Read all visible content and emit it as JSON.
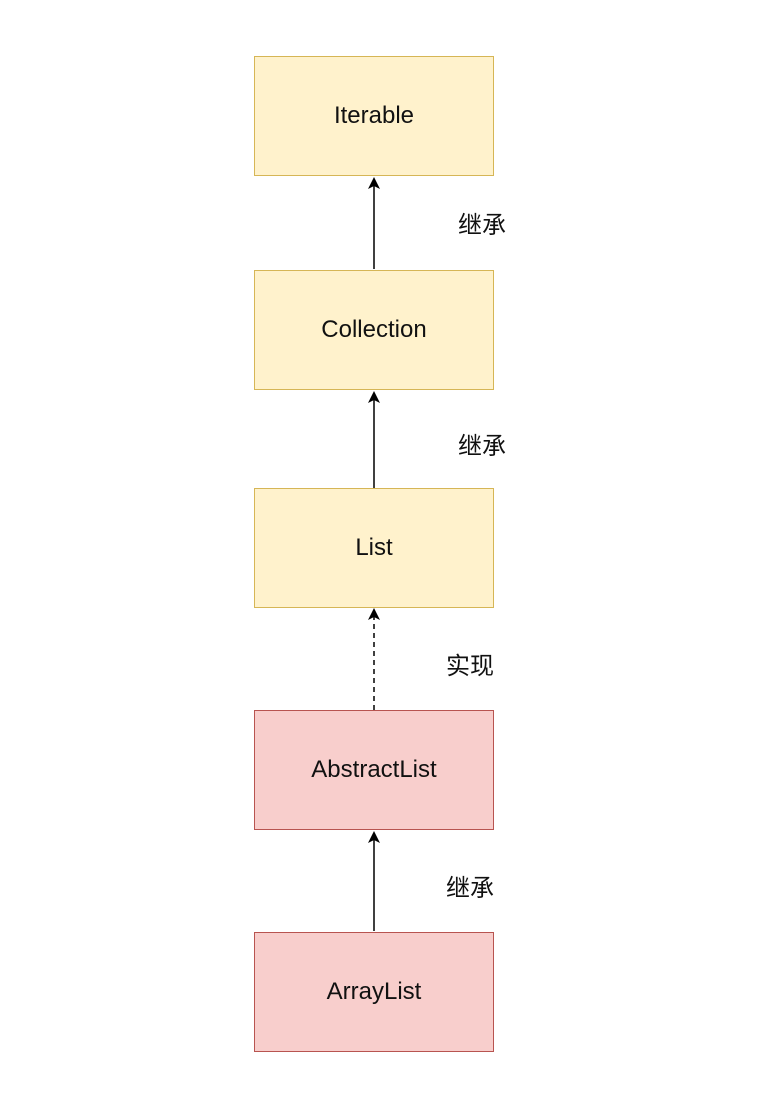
{
  "diagram": {
    "nodes": [
      {
        "id": "iterable",
        "label": "Iterable",
        "kind": "interface"
      },
      {
        "id": "collection",
        "label": "Collection",
        "kind": "interface"
      },
      {
        "id": "list",
        "label": "List",
        "kind": "interface"
      },
      {
        "id": "abstractlist",
        "label": "AbstractList",
        "kind": "class"
      },
      {
        "id": "arraylist",
        "label": "ArrayList",
        "kind": "class"
      }
    ],
    "edges": [
      {
        "from": "Collection",
        "to": "Iterable",
        "label": "继承",
        "style": "solid"
      },
      {
        "from": "List",
        "to": "Collection",
        "label": "继承",
        "style": "solid"
      },
      {
        "from": "AbstractList",
        "to": "List",
        "label": "实现",
        "style": "dashed"
      },
      {
        "from": "ArrayList",
        "to": "AbstractList",
        "label": "继承",
        "style": "solid"
      }
    ],
    "colors": {
      "interface_fill": "#fff2cc",
      "interface_border": "#d6b656",
      "class_fill": "#f8cecc",
      "class_border": "#b85450",
      "line": "#000000"
    }
  }
}
